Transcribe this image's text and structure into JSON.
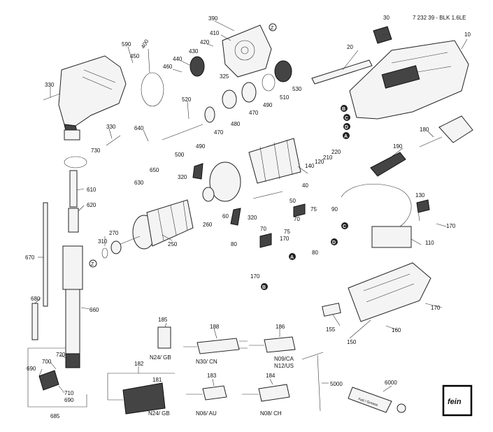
{
  "header": {
    "drawing_code": "7 232 39 -   BLK 1.6LE"
  },
  "labels": {
    "p390": "390",
    "p410": "410",
    "p420": "420",
    "p440": "440",
    "p460": "460",
    "p430": "430",
    "p325": "325",
    "p450": "450",
    "p590": "590",
    "p400": "400",
    "p330a": "330",
    "p330b": "330",
    "p640": "640",
    "p730": "730",
    "p650": "650",
    "p630": "630",
    "p520": "520",
    "p500": "500",
    "p490a": "490",
    "p470a": "470",
    "p480": "480",
    "p470b": "470",
    "p490b": "490",
    "p510": "510",
    "p530": "530",
    "p30": "30",
    "p20": "20",
    "p10": "10",
    "p180": "180",
    "p190": "190",
    "p210": "210",
    "p220": "220",
    "p120": "120",
    "p140": "140",
    "p40": "40",
    "p320a": "320",
    "p320b": "320",
    "p60": "60",
    "p50": "50",
    "p610": "610",
    "p620": "620",
    "p270": "270",
    "p310": "310",
    "p250": "250",
    "p260": "260",
    "p90": "90",
    "p75a": "75",
    "p70a": "70",
    "p75b": "75",
    "p70b": "70",
    "p80a": "80",
    "p80b": "80",
    "p170a": "170",
    "p170b": "170",
    "p170c": "170",
    "p170d": "170",
    "p130": "130",
    "p110": "110",
    "p155": "155",
    "p160": "160",
    "p150": "150",
    "p670": "670",
    "p680": "680",
    "p660": "660",
    "p720": "720",
    "p700": "700",
    "p690a": "690",
    "p690b": "690",
    "p710": "710",
    "p685": "685",
    "p185": "185",
    "p188": "188",
    "p186": "186",
    "p182": "182",
    "p181": "181",
    "p183": "183",
    "p184": "184",
    "p5000": "5000",
    "p6000": "6000"
  },
  "variants": {
    "gb_switch": "N24/ GB",
    "cn_plug": "N30/ CN",
    "ca_us_plug_1": "N09/CA",
    "ca_us_plug_2": "N12/US",
    "gb_cable": "N24/ GB",
    "au_plug": "N06/ AU",
    "ch_plug": "N08/ CH"
  },
  "markers": {
    "a": "A",
    "b": "B",
    "c": "C",
    "d": "D",
    "z": "Z"
  },
  "tube_text": "Fett / Grease",
  "logo_text": "fein"
}
